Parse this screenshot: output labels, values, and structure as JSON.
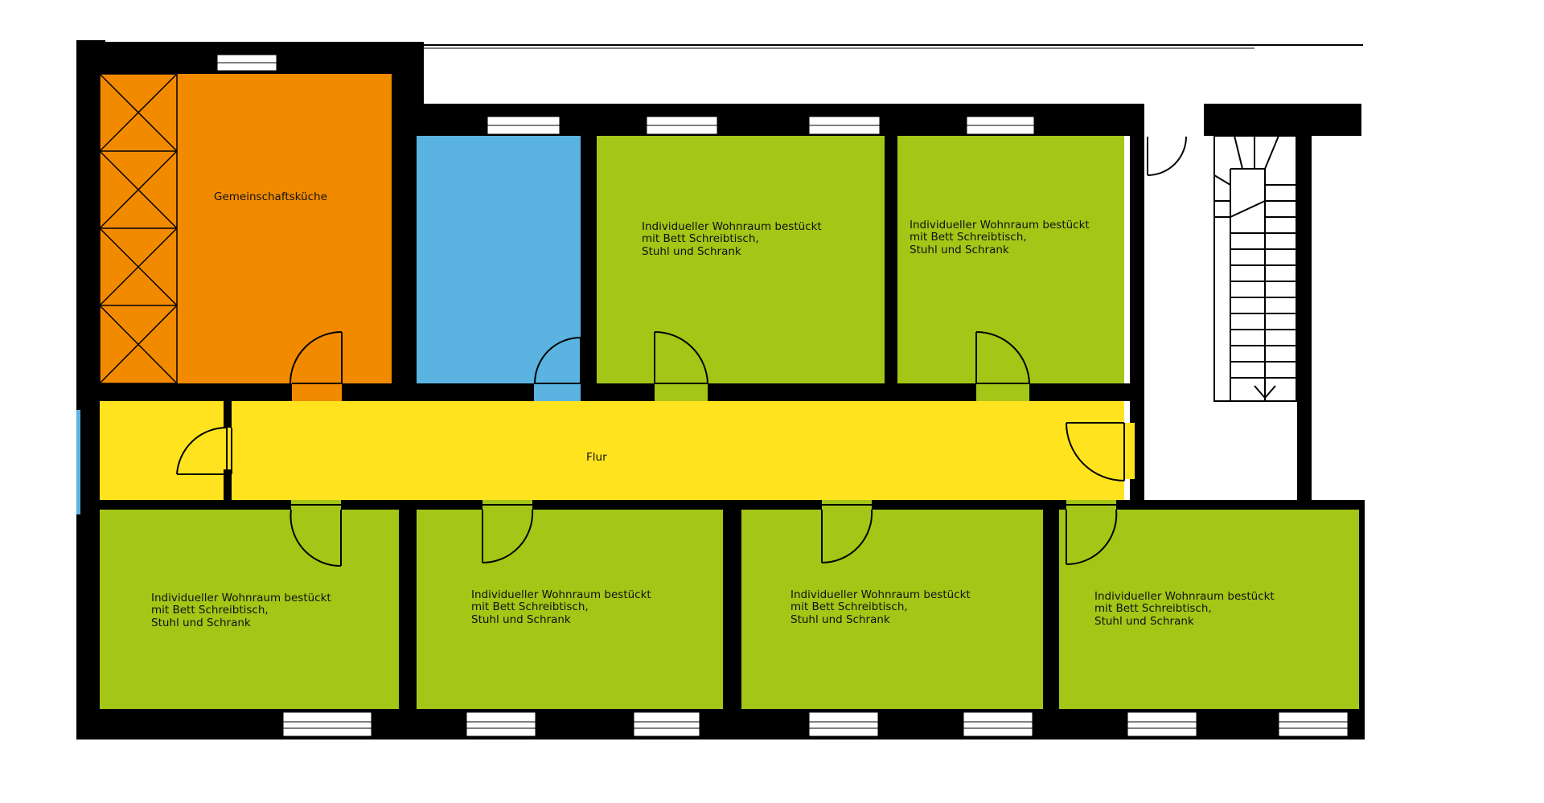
{
  "colors": {
    "wall": "#000000",
    "kitchen": "#f28a00",
    "bath": "#5ab3e0",
    "room": "#a3c617",
    "hall": "#ffe31f",
    "window": "#ffffff",
    "stair_bg": "#ffffff"
  },
  "rooms": {
    "kitchen": {
      "label": "Gemeinschaftsküche"
    },
    "hall": {
      "label": "Flur"
    },
    "living_line1": "Individueller Wohnraum bestückt",
    "living_line2": "mit Bett Schreibtisch,",
    "living_line3": "Stuhl und Schrank"
  }
}
